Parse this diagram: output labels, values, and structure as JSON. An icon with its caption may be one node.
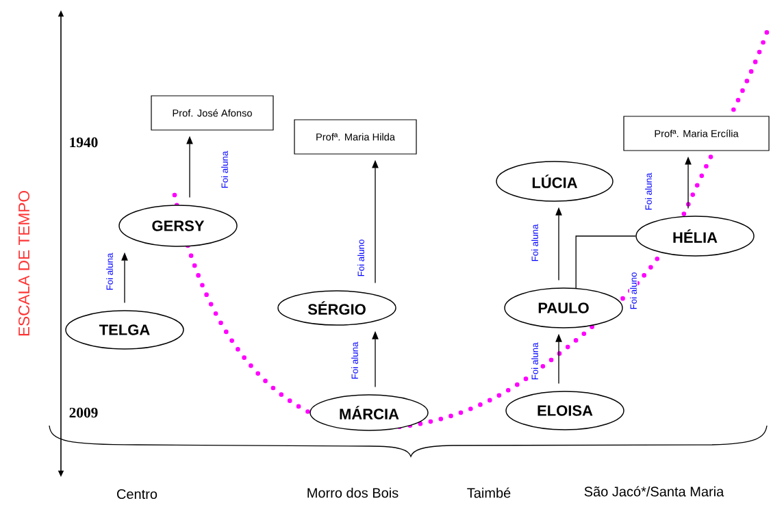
{
  "diagram": {
    "nodes": [
      {
        "text": [
          "Prof. José Afonso"
        ]
      },
      {
        "text": [
          "Profª. Maria Hilda"
        ]
      },
      {
        "text": [
          "Profª. Maria Ercília"
        ]
      },
      {
        "text": [
          "LÚCIA"
        ]
      },
      {
        "text": [
          "GERSY"
        ]
      },
      {
        "text": [
          "HÉLIA"
        ]
      },
      {
        "text": [
          "SÉRGIO"
        ]
      },
      {
        "text": [
          "PAULO"
        ]
      },
      {
        "text": [
          "TELGA"
        ]
      },
      {
        "text": [
          "ELOISA"
        ]
      },
      {
        "text": [
          "MÁRCIA"
        ]
      }
    ],
    "edges": [
      {
        "from": 8,
        "to": 4,
        "arrow": "to",
        "label": "Foi aluna"
      },
      {
        "from": 4,
        "to": 0,
        "arrow": "to",
        "label": "Foi aluna"
      },
      {
        "from": 10,
        "to": 6,
        "arrow": "to",
        "label": "Foi aluna"
      },
      {
        "from": 6,
        "to": 1,
        "arrow": "to",
        "label": "Foi aluno"
      },
      {
        "from": 9,
        "to": 7,
        "arrow": "to",
        "label": "Foi aluna"
      },
      {
        "from": 7,
        "to": 3,
        "arrow": "to",
        "label": "Foi aluna"
      },
      {
        "from": 7,
        "to": 5,
        "arrow": "none",
        "label": "Foi aluno"
      },
      {
        "from": 5,
        "to": 2,
        "arrow": "to",
        "label": "Foi aluna"
      }
    ],
    "labels": [
      "ESCALA DE TEMPO",
      "1940",
      "2009",
      "Centro",
      "Morro dos Bois",
      "Taimbé",
      "São Jacó*/Santa Maria"
    ]
  }
}
